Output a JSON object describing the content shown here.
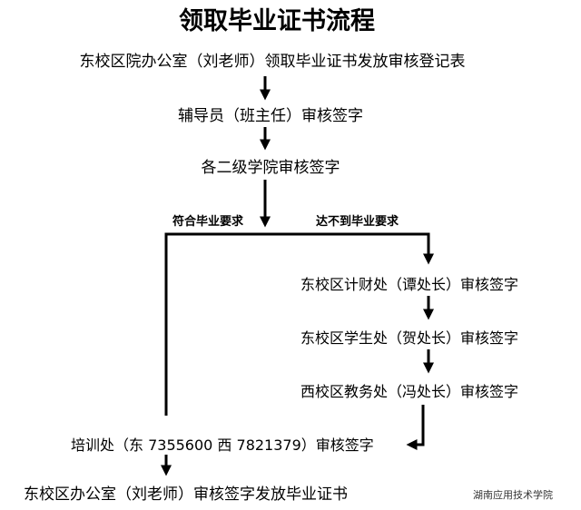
{
  "title": "领取毕业证书流程",
  "steps": {
    "s1": "东校区院办公室（刘老师）领取毕业证书发放审核登记表",
    "s2": "辅导员（班主任）审核签字",
    "s3": "各二级学院审核签字",
    "r1": "东校区计财处（谭处长）审核签字",
    "r2": "东校区学生处（贺处长）审核签字",
    "r3": "西校区教务处（冯处长）审核签字",
    "s4": "培训处（东 7355600   西 7821379）审核签字",
    "s5": "东校区办公室（刘老师）审核签字发放毕业证书"
  },
  "branches": {
    "meets": "符合毕业要求",
    "fails": "达不到毕业要求"
  },
  "watermark": "湖南应用技术学院"
}
